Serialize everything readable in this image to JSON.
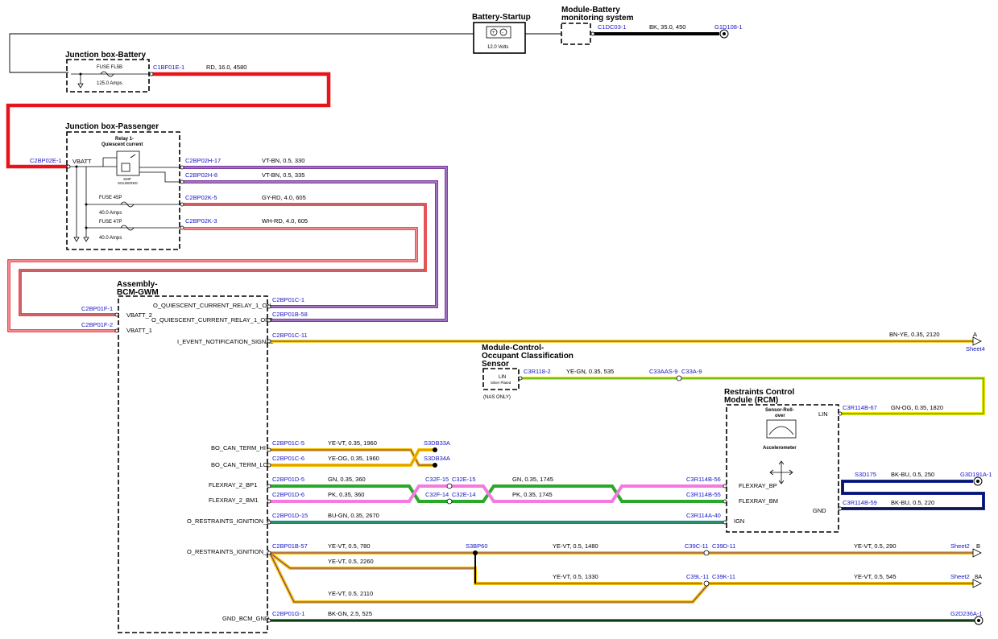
{
  "modules": {
    "battery_startup": {
      "title": "Battery-Startup",
      "volts": "12.0 Volts"
    },
    "battery_monitor": {
      "title_l1": "Module-Battery",
      "title_l2": "monitoring system"
    },
    "junction_battery": {
      "title": "Junction box-Battery",
      "fuse": "FUSE FL5B",
      "amps": "125.0 Amps"
    },
    "junction_passenger": {
      "title": "Junction box-Passenger",
      "relay_l1": "Relay 1-",
      "relay_l2": "Quiescent current",
      "relay_note_l1": "SMP",
      "relay_note_l2": "SOLDERED",
      "vbatt": "VBATT",
      "fuse45": "FUSE 45P",
      "fuse45_amps": "40.0 Amps",
      "fuse47": "FUSE 47P",
      "fuse47_amps": "40.0 Amps"
    },
    "bcm": {
      "title_l1": "Assembly-",
      "title_l2": "BCM-GWM"
    },
    "occ": {
      "title_l1": "Module-Control-",
      "title_l2": "Occupant Classification",
      "title_l3": "Sensor",
      "lin": "LIN",
      "lin_sub": "Silver Plated",
      "note": "(NAS ONLY)"
    },
    "rcm": {
      "title_l1": "Restraints Control",
      "title_l2": "Module (RCM)",
      "sensor_l1": "Sensor-Roll-",
      "sensor_l2": "over",
      "accel": "Accelerometer",
      "lin": "LIN",
      "fbp": "FLEXRAY_BP",
      "fbm": "FLEXRAY_BM",
      "gnd": "GND",
      "ign": "IGN"
    }
  },
  "pins": {
    "vbatt2": "VBATT_2",
    "vbatt1": "VBATT_1",
    "relay_on": "O_QUIESCENT_CURRENT_RELAY_1_ON",
    "relay_off": "O_QUIESCENT_CURRENT_RELAY_1_OFF",
    "event": "I_EVENT_NOTIFICATION_SIGNAL",
    "can_hi": "BO_CAN_TERM_HI",
    "can_lo": "BO_CAN_TERM_LO",
    "fbp1": "FLEXRAY_2_BP1",
    "fbm1": "FLEXRAY_2_BM1",
    "ign2": "O_RESTRAINTS_IGNITION_2",
    "ign1": "O_RESTRAINTS_IGNITION_1",
    "gnd": "GND_BCM_GND"
  },
  "connectors": {
    "c1dc03": "C1DC03-1",
    "g1d108": "G1D108-1",
    "c1bf01e": "C1BF01E-1",
    "c2bp02e": "C2BP02E-1",
    "c2bp02h17": "C2BP02H-17",
    "c2bp02h8": "C2BP02H-8",
    "c2bp02k5": "C2BP02K-5",
    "c2bp02k3": "C2BP02K-3",
    "c2bp01f1": "C2BP01F-1",
    "c2bp01f2": "C2BP01F-2",
    "c2bp01c1": "C2BP01C-1",
    "c2bp01b58": "C2BP01B-58",
    "c2bp01c11": "C2BP01C-11",
    "c3r118": "C3R118-2",
    "c33aas9": "C33AAS-9",
    "c33a9": "C33A-9",
    "c3r114b67": "C3R114B-67",
    "c2bp01c5": "C2BP01C-5",
    "c2bp01c6": "C2BP01C-6",
    "s3db33a": "S3DB33A",
    "s3db34a": "S3DB34A",
    "c2bp01d5": "C2BP01D-5",
    "c2bp01d6": "C2BP01D-6",
    "c32f15": "C32F-15",
    "c32e15": "C32E-15",
    "c32f14": "C32F-14",
    "c32e14": "C32E-14",
    "c3r114b56": "C3R114B-56",
    "c3r114b55": "C3R114B-55",
    "s3d175": "S3D175",
    "g3d191a": "G3D191A-1",
    "c3r114b59": "C3R114B-59",
    "c2bp01d15": "C2BP01D-15",
    "c3r114a40": "C3R114A-40",
    "c2bp01b57": "C2BP01B-57",
    "s3bp60": "S3BP60",
    "c39c11": "C39C-11",
    "c39d11": "C39D-11",
    "c39l11": "C39L-11",
    "c39k11": "C39K-11",
    "c2bp01g1": "C2BP01G-1",
    "g2d236a": "G2D236A-1",
    "sheet4": "Sheet4",
    "sheet2a": "Sheet2",
    "sheet2b": "Sheet2",
    "arrow_a": "A",
    "arrow_b": "B",
    "arrow_8a": "8A"
  },
  "wires": {
    "w_bk": "BK, 35.0, 450",
    "w_rd": "RD, 16.0, 4580",
    "w_vtbn330": "VT-BN, 0.5, 330",
    "w_vtbn335": "VT-BN, 0.5, 335",
    "w_gyrd": "GY-RD, 4.0, 605",
    "w_whrd": "WH-RD, 4.0, 605",
    "w_bnye": "BN-YE, 0.35, 2120",
    "w_yegn": "YE-GN, 0.35, 535",
    "w_gnog": "GN-OG, 0.35, 1820",
    "w_yevt1960": "YE-VT, 0.35, 1960",
    "w_yeog1960": "YE-OG, 0.35, 1960",
    "w_gn360": "GN, 0.35, 360",
    "w_pk360": "PK, 0.35, 360",
    "w_gn1745": "GN, 0.35, 1745",
    "w_pk1745": "PK, 0.35, 1745",
    "w_bkbu250": "BK-BU, 0.5, 250",
    "w_bkbu220": "BK-BU, 0.5, 220",
    "w_bugn": "BU-GN, 0.35, 2670",
    "w_yevt780": "YE-VT, 0.5, 780",
    "w_yevt1480": "YE-VT, 0.5, 1480",
    "w_yevt290": "YE-VT, 0.5, 290",
    "w_yevt2260": "YE-VT, 0.5, 2260",
    "w_yevt1330": "YE-VT, 0.5, 1330",
    "w_yevt545": "YE-VT, 0.5, 545",
    "w_yevt2110": "YE-VT, 0.5, 2110",
    "w_bkgn": "BK-GN, 2.5, 525"
  },
  "colors": {
    "red": "#e8141b",
    "purple": "#7b3f9e",
    "yellow": "#f2c200",
    "green": "#2aa82a",
    "pink": "#f47ae0",
    "blue": "#1b2a9e",
    "teal": "#1f7f9a",
    "black": "#000000",
    "gray": "#9a9a9a"
  }
}
